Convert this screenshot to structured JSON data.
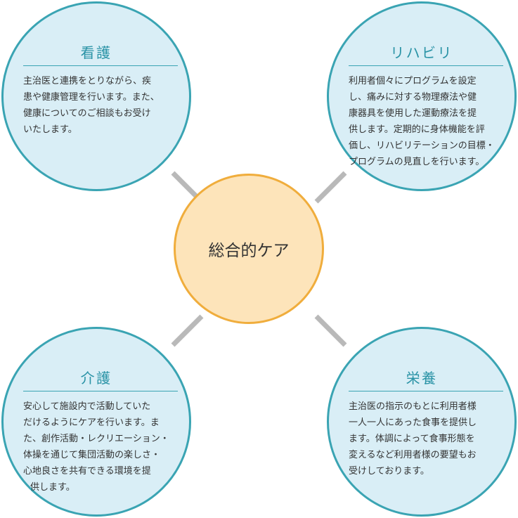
{
  "center": {
    "label": "総合的ケア"
  },
  "nodes": {
    "top_left": {
      "title": "看護",
      "lines": [
        "主治医と連携をとりながら、疾",
        "患や健康管理を行います。また、",
        "健康についてのご相談もお受け",
        "いたします。"
      ]
    },
    "top_right": {
      "title": "リハビリ",
      "lines": [
        "利用者個々にプログラムを設定",
        "し、痛みに対する物理療法や健",
        "康器具を使用した運動療法を提",
        "供します。定期的に身体機能を評",
        "価し、リハビリテーションの目標・",
        "プログラムの見直しを行います。"
      ]
    },
    "bottom_left": {
      "title": "介護",
      "lines": [
        "安心して施設内で活動していた",
        "だけるようにケアを行います。ま",
        "た、創作活動・レクリエーション・",
        "体操を通じて集団活動の楽しさ・",
        "心地良さを共有できる環境を提",
        "供します。"
      ]
    },
    "bottom_right": {
      "title": "栄養",
      "lines": [
        "主治医の指示のもとに利用者様",
        "一人一人にあった食事を提供し",
        "ます。体調によって食事形態を",
        "変えるなど利用者様の要望もお",
        "受けしております。"
      ]
    }
  },
  "colors": {
    "outer_fill": "#d9eef6",
    "outer_stroke": "#3aa4b3",
    "heading_text": "#2a93a6",
    "center_fill": "#fde4ba",
    "center_stroke": "#f0ad3c",
    "connector": "#b9b9b9",
    "body_text": "#333333"
  }
}
